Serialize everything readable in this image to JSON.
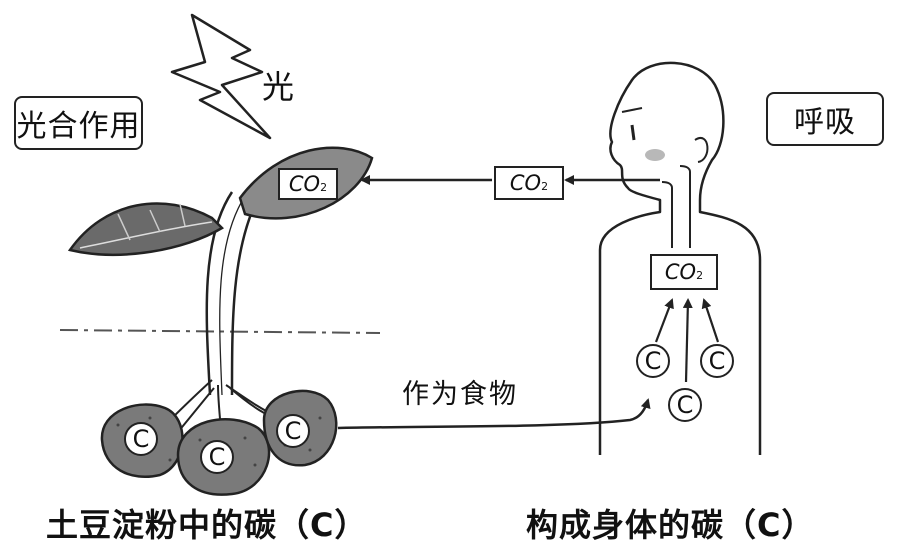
{
  "labels": {
    "photosynthesis": "光合作用",
    "light": "光",
    "respiration": "呼吸",
    "as_food": "作为食物",
    "co2": "CO",
    "co2_sub": "2",
    "carbon": "C"
  },
  "captions": {
    "left": "土豆淀粉中的碳（C）",
    "right": "构成身体的碳（C）"
  }
}
